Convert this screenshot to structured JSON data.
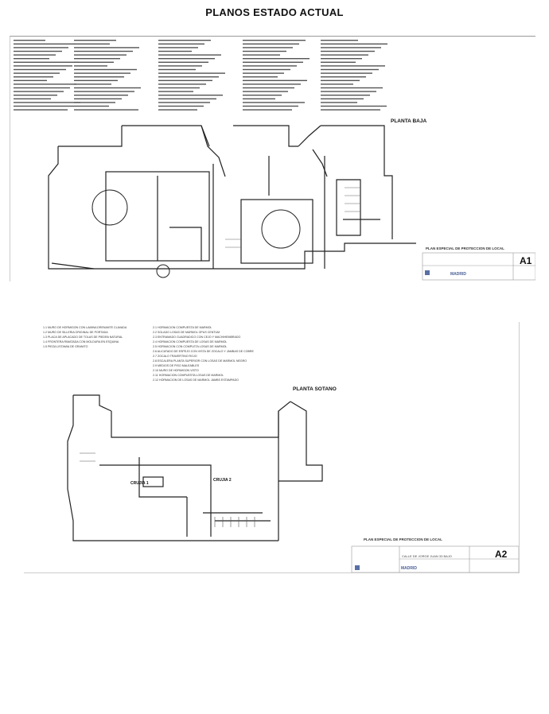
{
  "page_title": "PLANOS ESTADO ACTUAL",
  "sheet_a1": {
    "plan_label": "PLANTA BAJA",
    "title_block": "PLAN ESPECIAL DE PROTECCION DE LOCAL",
    "sheet_number": "A1",
    "city_logo": "MADRID"
  },
  "sheet_a2": {
    "plan_label": "PLANTA SOTANO",
    "title_block": "PLAN ESPECIAL DE PROTECCION DE LOCAL",
    "sheet_number": "A2",
    "city_logo": "MADRID",
    "address": "CALLE DE JORGE JUAN 33 BAJO",
    "room_labels": [
      "CRUJIA 1",
      "CRUJIA 2"
    ],
    "legend": [
      "1.1  MURO DE HORMIGON CON LAMINA DRENANTE CLAVADA",
      "1.2  MURO DE SILLERIA ORIGINAL DE PORTADA",
      "1.3  PLACA DE APLACADO DE TOLAS DE PIEDRA NATURAL",
      "1.4  FRONTERA RIMATADA CON MOLDURA EN ESQUINA",
      "1.5  PIEZA LISTAMIA DE GRANITO",
      "2.1  HORMACION COMPUESTA DE MARMOL",
      "2.2  SOLADO LOSAS DE MARMOL OPUS CENTUM",
      "2.3  ENTRAMADO CUADRADICO CON CEJO Y MACHIHEMBRADO",
      "2.4  HORMACION COMPUESTA DE LOSAS DE MARMOL",
      "2.5  HORMACION CON COMPLETA LOSAS DE MARMOL",
      "2.6  ALICATADO DE ESPEJO CON VISTA DE ZOCALO Y JAMBAS DE COBRE",
      "2.7  ZOCALO TRAVERTINO ROJO",
      "2.8  ESCALERA PLANTA SUPERIOR CON LOSAS DE MARMOL NEGRO",
      "2.9  MEDIOS DE PISO MALEABLES",
      "2.10 MURO DE HORMIGON VISTO",
      "2.11 HORMACION COMPUESTA LOSAS DE MARMOL",
      "2.12 HORMACION DE LOSAS DE MARMOL JAMBS ESTAMPADO"
    ]
  }
}
